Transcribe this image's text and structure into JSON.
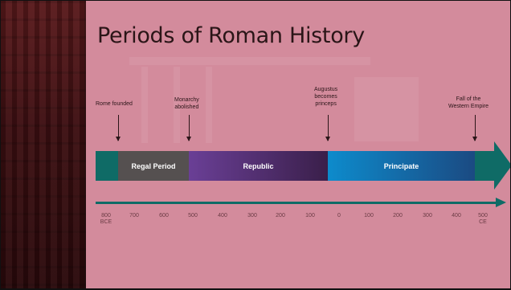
{
  "title": "Periods of Roman History",
  "colors": {
    "background": "#d38b9c",
    "teal": "#0f6b66",
    "regal": "#555050",
    "republic_start": "#6a3f96",
    "republic_end": "#3a1f4a",
    "principate_start": "#0d8bcc",
    "principate_end": "#1b4a82"
  },
  "events": [
    {
      "id": "rome-founded",
      "label": "Rome founded"
    },
    {
      "id": "monarchy-abolished",
      "label": "Monarchy\nabolished"
    },
    {
      "id": "augustus",
      "label": "Augustus\nbecomes\nprinceps"
    },
    {
      "id": "fall-west",
      "label": "Fall of the\nWestern Empire"
    }
  ],
  "periods": [
    {
      "id": "regal",
      "label": "Regal Period"
    },
    {
      "id": "republic",
      "label": "Republic"
    },
    {
      "id": "principate",
      "label": "Principate"
    }
  ],
  "axis_ticks": [
    "800\nBCE",
    "700",
    "600",
    "500",
    "400",
    "300",
    "200",
    "100",
    "0",
    "100",
    "200",
    "300",
    "400",
    "500\nCE"
  ]
}
